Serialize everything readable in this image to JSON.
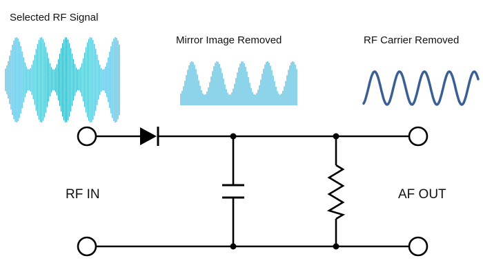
{
  "labels": {
    "selected_rf": "Selected RF Signal",
    "mirror_removed": "Mirror Image Removed",
    "carrier_removed": "RF Carrier Removed",
    "rf_in": "RF IN",
    "af_out": "AF OUT"
  },
  "colors": {
    "waveform": "#1ba8d6",
    "envelope": "#3a5f94",
    "wire": "#000000"
  },
  "components": {
    "diode": "diode-symbol",
    "capacitor": "capacitor-symbol",
    "resistor": "resistor-symbol"
  }
}
